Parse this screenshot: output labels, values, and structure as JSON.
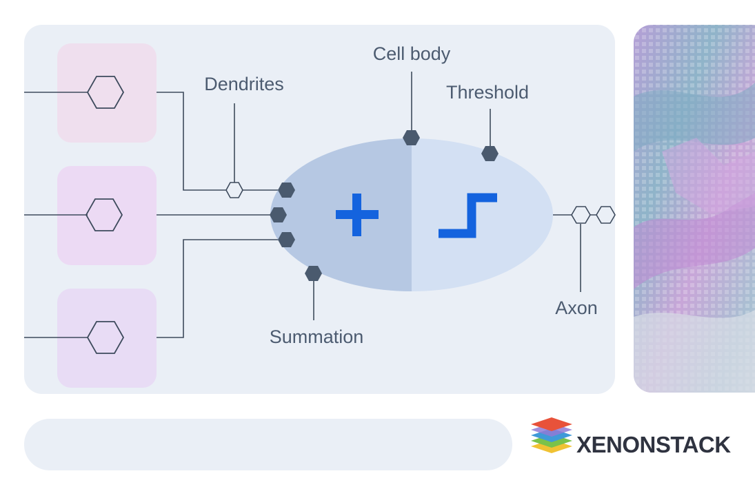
{
  "diagram": {
    "labels": {
      "dendrites": "Dendrites",
      "cell_body": "Cell body",
      "threshold": "Threshold",
      "summation": "Summation",
      "axon": "Axon"
    },
    "symbols": {
      "sum": "plus-icon",
      "activation": "step-function-icon"
    }
  },
  "brand": {
    "name": "XENONSTACK",
    "logo": "stacked-layers-logo-icon"
  },
  "colors": {
    "panel": "#eaeff6",
    "text": "#4c5b70",
    "line": "#3d4a5c",
    "node": "#4a5a6e",
    "body_left": "#b6c8e3",
    "body_right": "#d3e0f3",
    "accent": "#1463de",
    "input_box_1": "#efdfee",
    "input_box_2": "#ecdaf4",
    "input_box_3": "#e8dcf5"
  }
}
